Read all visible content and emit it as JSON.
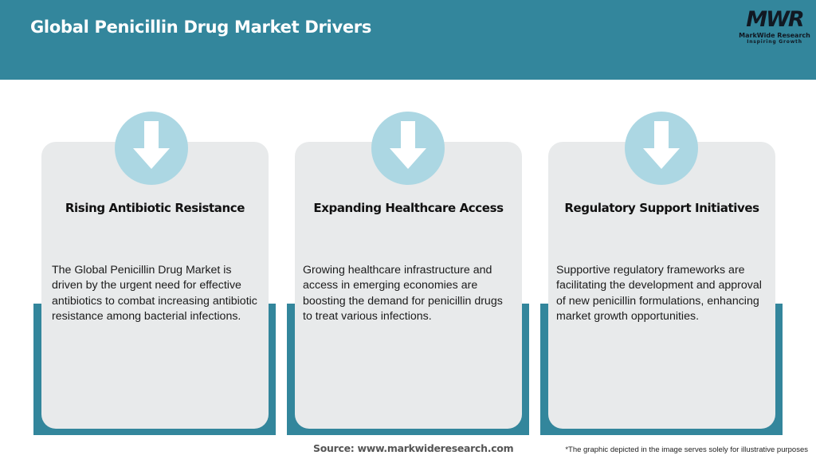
{
  "header": {
    "title": "Global Penicillin Drug Market Drivers",
    "background_color": "#33869c"
  },
  "logo": {
    "mark": "MWR",
    "name": "MarkWide Research",
    "tagline": "Inspiring Growth"
  },
  "cards": [
    {
      "icon": "arrow-down-icon",
      "title": "Rising Antibiotic Resistance",
      "body": "The Global Penicillin Drug Market is driven by the urgent need for effective antibiotics to combat increasing antibiotic resistance among bacterial infections."
    },
    {
      "icon": "arrow-down-icon",
      "title": "Expanding Healthcare Access",
      "body": "Growing healthcare infrastructure and access in emerging economies are boosting the demand for penicillin drugs to treat various infections."
    },
    {
      "icon": "arrow-down-icon",
      "title": "Regulatory Support Initiatives",
      "body": "Supportive regulatory frameworks are facilitating the development and approval of new penicillin formulations, enhancing market growth opportunities."
    }
  ],
  "colors": {
    "accent_teal": "#33869c",
    "circle_light_blue": "#acd7e3",
    "card_grey": "#e8eaeb"
  },
  "footer": {
    "source": "Source: www.markwideresearch.com",
    "disclaimer": "*The graphic depicted in the image serves solely for illustrative purposes"
  }
}
